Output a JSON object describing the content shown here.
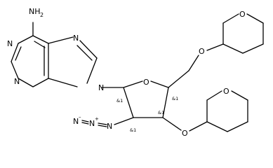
{
  "atoms": {
    "nh2": "NH",
    "nh2_sub": "2",
    "n_pur_1": "N",
    "n_pur_3": "N",
    "n_pur_7": "N",
    "n_pur_9": "N",
    "o_ring": "O",
    "o_ch2": "O",
    "o_thp1": "O",
    "o_3": "O",
    "o_thp2": "O",
    "n_az1": "N",
    "n_az1_charge": "–",
    "n_az2": "N",
    "n_az2_charge": "+",
    "n_az3": "N"
  },
  "stereo": {
    "c1": "&1",
    "c2": "&1",
    "c3": "&1",
    "c4": "&1"
  },
  "colors": {
    "ink": "#000000",
    "background": "#ffffff"
  }
}
